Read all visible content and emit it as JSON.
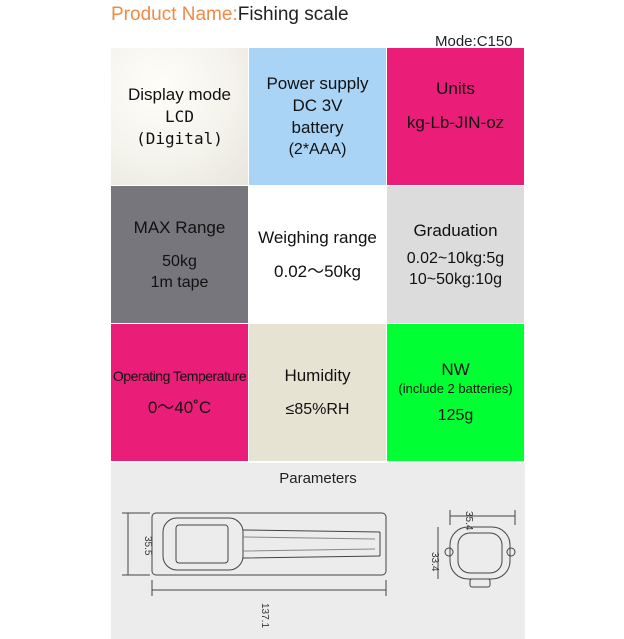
{
  "header": {
    "product_key": "Product Name:",
    "product_value": "Fishing scale",
    "model": "Mode:C150"
  },
  "grid": [
    {
      "id": "display-mode",
      "bg": "#f2f1ea",
      "lines": [
        "Display mode",
        "LCD",
        "(Digital)"
      ]
    },
    {
      "id": "power-supply",
      "bg": "#a9d4f5",
      "lines": [
        "Power supply",
        "DC 3V",
        "battery",
        "(2*AAA)"
      ]
    },
    {
      "id": "units",
      "bg": "#ea1e79",
      "lines": [
        "Units",
        "kg-Lb-JIN-oz"
      ]
    },
    {
      "id": "max-range",
      "bg": "#77767d",
      "lines": [
        "MAX Range",
        "50kg",
        "1m tape"
      ]
    },
    {
      "id": "weighing-range",
      "bg": "#ffffff",
      "lines": [
        "Weighing range",
        "0.02～50kg"
      ]
    },
    {
      "id": "graduation",
      "bg": "#dcdcdc",
      "lines": [
        "Graduation",
        "0.02~10kg:5g",
        "10~50kg:10g"
      ]
    },
    {
      "id": "operating-temperature",
      "bg": "#ea1e79",
      "lines": [
        "Operating Temperature",
        "0～40˚C"
      ]
    },
    {
      "id": "humidity",
      "bg": "#e7e3d2",
      "lines": [
        "Humidity",
        "≤85%RH"
      ]
    },
    {
      "id": "nw",
      "bg": "#00ff33",
      "lines": [
        "NW",
        "(include 2 batteries)",
        "125g"
      ]
    }
  ],
  "parameters": {
    "title": "Parameters",
    "dim_height": "35.5",
    "dim_length": "137.1",
    "dim_width": "35.4",
    "dim_depth": "33.4"
  }
}
